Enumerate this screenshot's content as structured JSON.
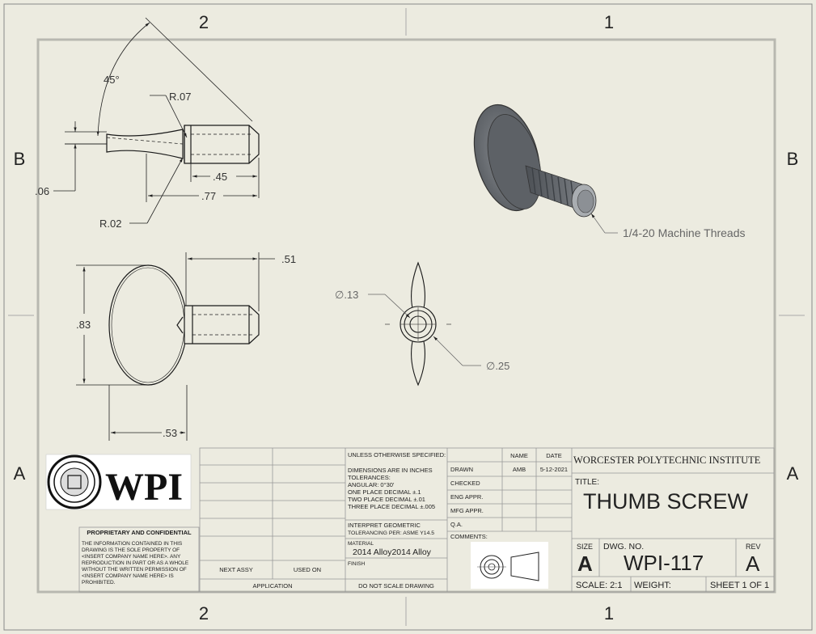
{
  "zones": {
    "top_left": "2",
    "top_right": "1",
    "bottom_left": "2",
    "bottom_right": "1",
    "left_upper": "B",
    "left_lower": "A",
    "right_upper": "B",
    "right_lower": "A"
  },
  "dimensions": {
    "angle": "45°",
    "r_07": "R.07",
    "d_06": ".06",
    "d_45": ".45",
    "d_77": ".77",
    "r_02": "R.02",
    "d_51": ".51",
    "d_83": ".83",
    "d_53": ".53",
    "dia_13": "∅.13",
    "dia_25": "∅.25"
  },
  "callout": {
    "threads": "1/4-20 Machine Threads"
  },
  "logo": {
    "text": "WPI"
  },
  "proprietary": {
    "heading": "PROPRIETARY AND CONFIDENTIAL",
    "lines": [
      "THE INFORMATION CONTAINED IN THIS",
      "DRAWING IS THE SOLE PROPERTY OF",
      "<INSERT COMPANY NAME HERE>. ANY",
      "REPRODUCTION IN PART OR AS A WHOLE",
      "WITHOUT THE WRITTEN PERMISSION OF",
      "<INSERT COMPANY NAME HERE> IS",
      "PROHIBITED."
    ]
  },
  "title_block": {
    "next_assy": "NEXT ASSY",
    "used_on": "USED ON",
    "application": "APPLICATION",
    "unless": "UNLESS OTHERWISE SPECIFIED:",
    "tolerance_lines": [
      "DIMENSIONS ARE IN INCHES",
      "TOLERANCES:",
      "ANGULAR: 0°30'",
      "ONE PLACE DECIMAL ±.1",
      "TWO PLACE DECIMAL ±.01",
      "THREE PLACE DECIMAL ±.005"
    ],
    "interpret_lines": [
      "INTERPRET GEOMETRIC",
      "TOLERANCING PER: ASME Y14.5"
    ],
    "material_label": "MATERIAL",
    "material": "2014 Alloy2014 Alloy",
    "finish_label": "FINISH",
    "do_not_scale": "DO NOT SCALE DRAWING",
    "name_header": "NAME",
    "date_header": "DATE",
    "drawn": "DRAWN",
    "drawn_name": "AMB",
    "drawn_date": "5-12-2021",
    "checked": "CHECKED",
    "eng_appr": "ENG APPR.",
    "mfg_appr": "MFG APPR.",
    "qa": "Q.A.",
    "comments": "COMMENTS:",
    "institute": "WORCESTER POLYTECHNIC INSTITUTE",
    "title_label": "TITLE:",
    "title": "THUMB SCREW",
    "size_label": "SIZE",
    "size": "A",
    "dwg_no_label": "DWG. NO.",
    "dwg_no": "WPI-117",
    "rev_label": "REV",
    "rev": "A",
    "scale": "SCALE: 2:1",
    "weight": "WEIGHT:",
    "sheet": "SHEET 1 OF 1"
  },
  "colors": {
    "paper": "#ecebe0",
    "line": "#1a1a1a",
    "frame": "#b8b8b0",
    "part_shade": "#6f7378"
  }
}
